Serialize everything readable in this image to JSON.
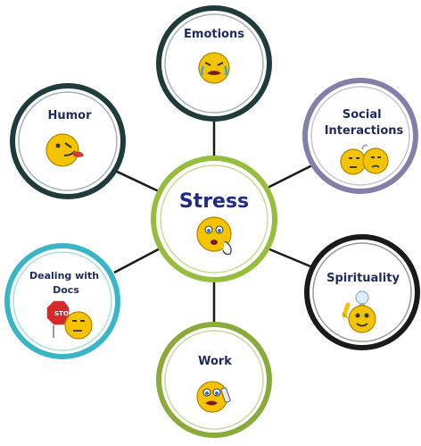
{
  "center": {
    "label": "Stress",
    "icon": "worried-face-icon"
  },
  "nodes": [
    {
      "id": "emotions",
      "label_lines": [
        "Emotions"
      ],
      "ring_color": "#1f3b3b",
      "icon": "crying-face-icon"
    },
    {
      "id": "humor",
      "label_lines": [
        "Humor"
      ],
      "ring_color": "#1f3b3b",
      "icon": "tongue-out-face-icon"
    },
    {
      "id": "social",
      "label_lines": [
        "Social",
        "Interactions"
      ],
      "ring_color": "#8080aa",
      "icon": "two-faces-icon"
    },
    {
      "id": "dealing-docs",
      "label_lines": [
        "Dealing with",
        "Docs"
      ],
      "ring_color": "#39b6c6",
      "icon": "stop-sign-face-icon"
    },
    {
      "id": "spirituality",
      "label_lines": [
        "Spirituality"
      ],
      "ring_color": "#1a1a1a",
      "icon": "lightbulb-face-icon"
    },
    {
      "id": "work",
      "label_lines": [
        "Work"
      ],
      "ring_color": "#8aaa3a",
      "icon": "phone-face-icon"
    }
  ],
  "colors": {
    "center_ring": "#96be3c",
    "label_text": "#1f2a5e",
    "connector": "#1a1a1a",
    "face_fill": "#f5c400"
  }
}
